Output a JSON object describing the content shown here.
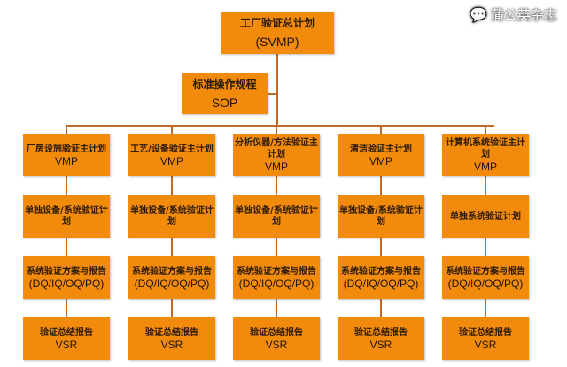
{
  "top": {
    "title": "工厂验证总计划",
    "code": "(SVMP)"
  },
  "sop": {
    "title": "标准操作规程",
    "code": "SOP"
  },
  "columns": [
    {
      "vmp": "厂房设施验证主计划",
      "vmp_code": "VMP",
      "plan": "单独设备/系统验证计划",
      "protocol": "系统验证方案与报告",
      "protocol_code": "(DQ/IQ/OQ/PQ)",
      "report": "验证总结报告",
      "report_code": "VSR"
    },
    {
      "vmp": "工艺/设备验证主计划",
      "vmp_code": "VMP",
      "plan": "单独设备/系统验证计划",
      "protocol": "系统验证方案与报告",
      "protocol_code": "(DQ/IQ/OQ/PQ)",
      "report": "验证总结报告",
      "report_code": "VSR"
    },
    {
      "vmp": "分析仪器/方法验证主计划",
      "vmp_code": "VMP",
      "plan": "单独设备/系统验证计划",
      "protocol": "系统验证方案与报告",
      "protocol_code": "(DQ/IQ/OQ/PQ)",
      "report": "验证总结报告",
      "report_code": "VSR"
    },
    {
      "vmp": "清洁验证主计划",
      "vmp_code": "VMP",
      "plan": "单独设备/系统验证计划",
      "protocol": "系统验证方案与报告",
      "protocol_code": "(DQ/IQ/OQ/PQ)",
      "report": "验证总结报告",
      "report_code": "VSR"
    },
    {
      "vmp": "计算机系统验证主计划",
      "vmp_code": "VMP",
      "plan": "单独系统验证计划",
      "protocol": "系统验证方案与报告",
      "protocol_code": "(DQ/IQ/OQ/PQ)",
      "report": "验证总结报告",
      "report_code": "VSR"
    }
  ],
  "watermark": "蒲公英杂志"
}
